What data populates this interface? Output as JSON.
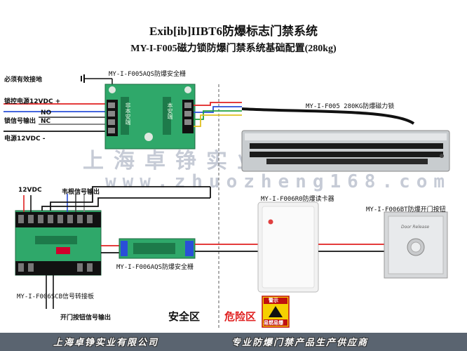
{
  "title": "Exib[ib]IIBT6防爆标志门禁系统",
  "subtitle": "MY-I-F005磁力锁防爆门禁系统基础配置(280kg)",
  "watermark": {
    "company": "上海卓铮实业有限公司",
    "url": "www.zhuozheng168.com"
  },
  "labels": {
    "ground": "必须有效接地",
    "lock_power": "锁控电源12VDC +",
    "lock_signal": "锁信号输出",
    "no": "NO",
    "nc": "NC",
    "power_minus": "电源12VDC -",
    "barrier1": "MY-I-F005AQS防爆安全栅",
    "barrier1_face_left": "非本安端",
    "barrier1_face_right": "本安端",
    "maglock": "MY-I-F005 280KG防爆磁力锁",
    "v12": "12VDC",
    "door_signal": "韦根信号输出",
    "reader": "MY-I-F006R0防爆读卡器",
    "button": "MY-I-F006BT防爆开门按钮",
    "button_face": "Door Release",
    "barrier2": "MY-I-F006AQS防爆安全栅",
    "board": "MY-I-F006SCB信号转接板",
    "btn_signal": "开门按钮信号输出",
    "safe_zone": "安全区",
    "danger_zone": "危险区",
    "warn_top": "警示",
    "warn_bottom": "易燃易爆"
  },
  "footer": {
    "left": "上海卓铮实业有限公司",
    "right": "专业防爆门禁产品生产供应商"
  },
  "colors": {
    "pcb_green": "#2fa86a",
    "wire_red": "#e02020",
    "wire_blue": "#2a4fd8",
    "wire_green": "#20a040",
    "wire_yellow": "#e0c020",
    "footer_bg": "#5a6470",
    "warning_yellow": "#f5d000",
    "watermark": "#c6cbd6"
  }
}
